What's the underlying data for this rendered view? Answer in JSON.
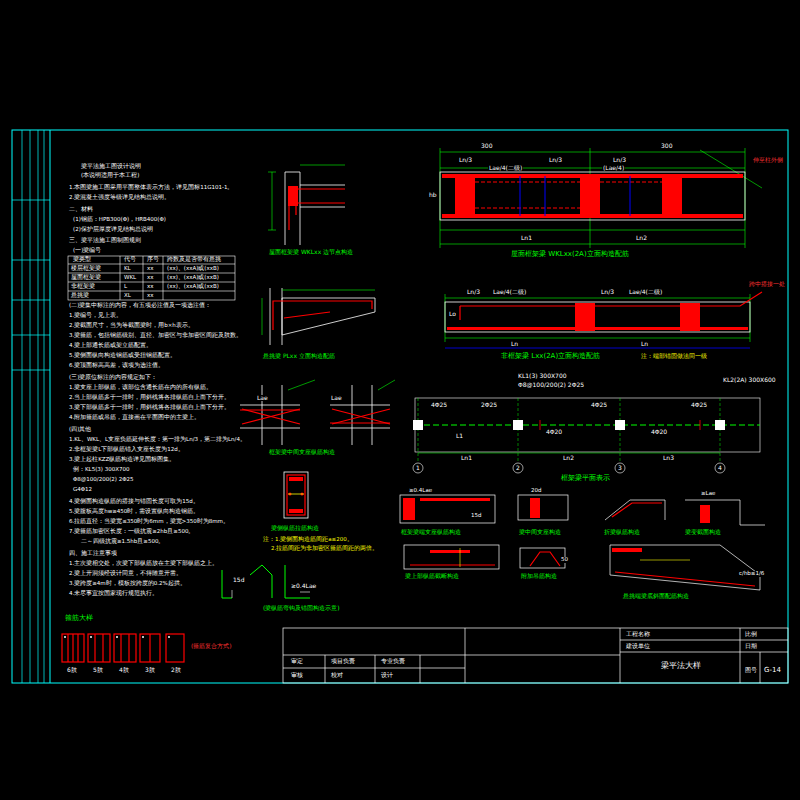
{
  "diagram": {
    "title": "梁平法施工图设计说明",
    "labels": [
      "(本说明适用于本工程)",
      "1.本图梁施工图采用平面整体表示方法，详见国标11G101-1。",
      "2.梁混凝土强度等级详见结构总说明。",
      "二、材料",
      "(1)钢筋：HPB300(Φ)，HRB400(Φ)",
      "(2)保护层厚度详见结构总说明",
      "三、梁平法施工图制图规则",
      "(一)梁编号",
      "梁类型",
      "代号",
      "序号",
      "跨数及是否带有悬挑",
      "楼层框架梁",
      "KL",
      "xx",
      "(xx)、(xxA)或(xxB)",
      "屋面框架梁",
      "WKL",
      "xx",
      "(xx)、(xxA)或(xxB)",
      "非框架梁",
      "L",
      "xx",
      "(xx)、(xxA)或(xxB)",
      "悬挑梁",
      "XL",
      "xx",
      "(二)梁集中标注的内容，有五项必注值及一项选注值：",
      "1.梁编号，见上表。",
      "2.梁截面尺寸，当为等截面梁时，用b×h表示。",
      "3.梁箍筋，包括钢筋级别、直径、加密区与非加密区间距及肢数。",
      "4.梁上部通长筋或架立筋配置。",
      "5.梁侧面纵向构造钢筋或受扭钢筋配置。",
      "6.梁顶面标高高差，该项为选注值。",
      "(三)梁原位标注的内容规定如下：",
      "1.梁支座上部纵筋，该部位含通长筋在内的所有纵筋。",
      "2.当上部纵筋多于一排时，用斜线将各排纵筋自上而下分开。",
      "3.梁下部纵筋多于一排时，用斜线将各排纵筋自上而下分开。",
      "4.附加箍筋或吊筋，直接画在平面图中的主梁上。",
      "(四)其他",
      "1.KL、WKL、L支座负筋延伸长度：第一排为Ln/3，第二排为Ln/4。",
      "2.非框架梁L下部纵筋锚入支座长度为12d。",
      "3.梁上起柱KZZ纵筋构造详见国标图集。",
      "例：KL5(3) 300X700",
      "Φ8@100/200(2)  2Φ25",
      "G4Φ12",
      "4.梁侧面构造纵筋的搭接与锚固长度可取为15d。",
      "5.梁腹板高度hw≥450时，需设置纵向构造钢筋。",
      "6.拉筋直径：当梁宽≤350时为6mm，梁宽>350时为8mm。",
      "7.梁箍筋加密区长度：一级抗震≥2hb且≥500。",
      "二～四级抗震≥1.5hb且≥500。",
      "四、施工注意事项",
      "1.主次梁相交处，次梁下部纵筋放在主梁下部纵筋之上。",
      "2.梁上开洞须经设计同意，不得随意开凿。",
      "3.梁跨度≥4m时，模板按跨度的0.2%起拱。",
      "4.未尽事宜按国家现行规范执行。",
      "箍筋大样",
      "6肢",
      "5肢",
      "4肢",
      "3肢",
      "2肢",
      "(箍筋复合方式)",
      "屋面框架梁 WKLxx 边节点构造",
      "悬挑梁 PLxx 立面构造配筋",
      "框架梁中间支座纵筋构造",
      "Lae",
      "Lae",
      "梁侧纵筋拉筋构造",
      "注：1.梁侧面构造筋间距a≤200。",
      "2.拉筋间距为非加密区箍筋间距的两倍。",
      "(梁纵筋弯钩及锚固构造示意)",
      "15d",
      "≥0.4Lae",
      "屋面框架梁 WKLxx(2A)立面构造配筋",
      "Ln/3",
      "Lae/4(二级)",
      "Ln/3",
      "Ln/3",
      "(Lae/4)",
      "Ln1",
      "Ln2",
      "300",
      "300",
      "hb",
      "伸至柱外侧",
      "非框架梁 Lxx(2A)立面构造配筋",
      "注：端部锚固做法同一级",
      "Ln/3",
      "Lae/4(二级)",
      "Ln/3",
      "Lae/4(二级)",
      "Ln",
      "Ln",
      "Lo",
      "跨中搭接一处",
      "框架梁平面表示",
      "KL1(3) 300X700",
      "Φ8@100/200(2) 2Φ25",
      "4Φ25",
      "2Φ25",
      "4Φ25",
      "4Φ25",
      "4Φ20",
      "4Φ20",
      "KL2(2A) 300X600",
      "L1",
      "1",
      "2",
      "3",
      "4",
      "Ln1",
      "Ln2",
      "Ln3",
      "框架梁端支座纵筋构造",
      "梁中间支座构造",
      "折梁纵筋构造",
      "梁变截面构造",
      "梁上部纵筋截断构造",
      "附加吊筋构造",
      "悬挑端梁底斜面配筋构造",
      "≥0.4Lae",
      "15d",
      "20d",
      "50",
      "≥Lae",
      "c/hb≤1/6",
      "审定",
      "项目负责",
      "专业负责",
      "审核",
      "校对",
      "设计",
      "工程名称",
      "建设单位",
      "梁平法大样",
      "图号",
      "G-14",
      "比例",
      "日期"
    ]
  }
}
